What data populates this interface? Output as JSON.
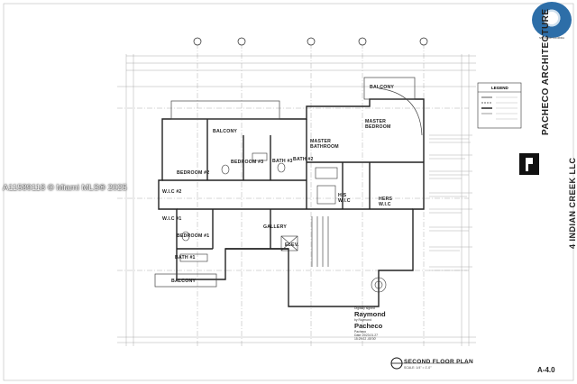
{
  "watermark": "A11589118 © Miami MLS® 2025",
  "architect": {
    "firm": "PACHECO ARCHITECTURE",
    "seal_text": "STATE OF FLORIDA"
  },
  "project": {
    "name": "4 INDIAN CREEK LLC"
  },
  "sheet": {
    "number": "A-4.0"
  },
  "drawing": {
    "title": "SECOND FLOOR PLAN",
    "scale": "SCALE: 1/4\" = 1'-0\""
  },
  "signature": {
    "line1": "Digitally signed",
    "line2": "by Raymond",
    "name_first": "Raymond",
    "name_last": "Pacheco",
    "line3": "Pacheco",
    "date": "Date: 2023.01.27",
    "time": "15:29:22 -05'00'"
  },
  "legend": {
    "title": "LEGEND"
  },
  "rooms": [
    {
      "key": "master-bedroom",
      "label": "MASTER\nBEDROOM"
    },
    {
      "key": "master-bathroom",
      "label": "MASTER\nBATHROOM"
    },
    {
      "key": "balcony-left",
      "label": "BALCONY"
    },
    {
      "key": "balcony-right",
      "label": "BALCONY"
    },
    {
      "key": "balcony-bottom",
      "label": "BALCONY"
    },
    {
      "key": "bedroom-2",
      "label": "BEDROOM #2"
    },
    {
      "key": "bedroom-3",
      "label": "BEDROOM #3"
    },
    {
      "key": "bedroom-1",
      "label": "BEDROOM #1"
    },
    {
      "key": "bath-3",
      "label": "BATH #3"
    },
    {
      "key": "bath-2",
      "label": "BATH #2"
    },
    {
      "key": "bath-1",
      "label": "BATH #1"
    },
    {
      "key": "wic-2",
      "label": "W.I.C #2"
    },
    {
      "key": "wic-1",
      "label": "W.I.C #1"
    },
    {
      "key": "his-wic",
      "label": "HIS\nW.I.C"
    },
    {
      "key": "hers-wic",
      "label": "HERS\nW.I.C"
    },
    {
      "key": "gallery",
      "label": "GALLERY"
    },
    {
      "key": "elev",
      "label": "ELEV."
    }
  ],
  "colors": {
    "linework": "#222222",
    "faint_lines": "#9a9a9a",
    "seal_blue": "#2d6ea8"
  }
}
